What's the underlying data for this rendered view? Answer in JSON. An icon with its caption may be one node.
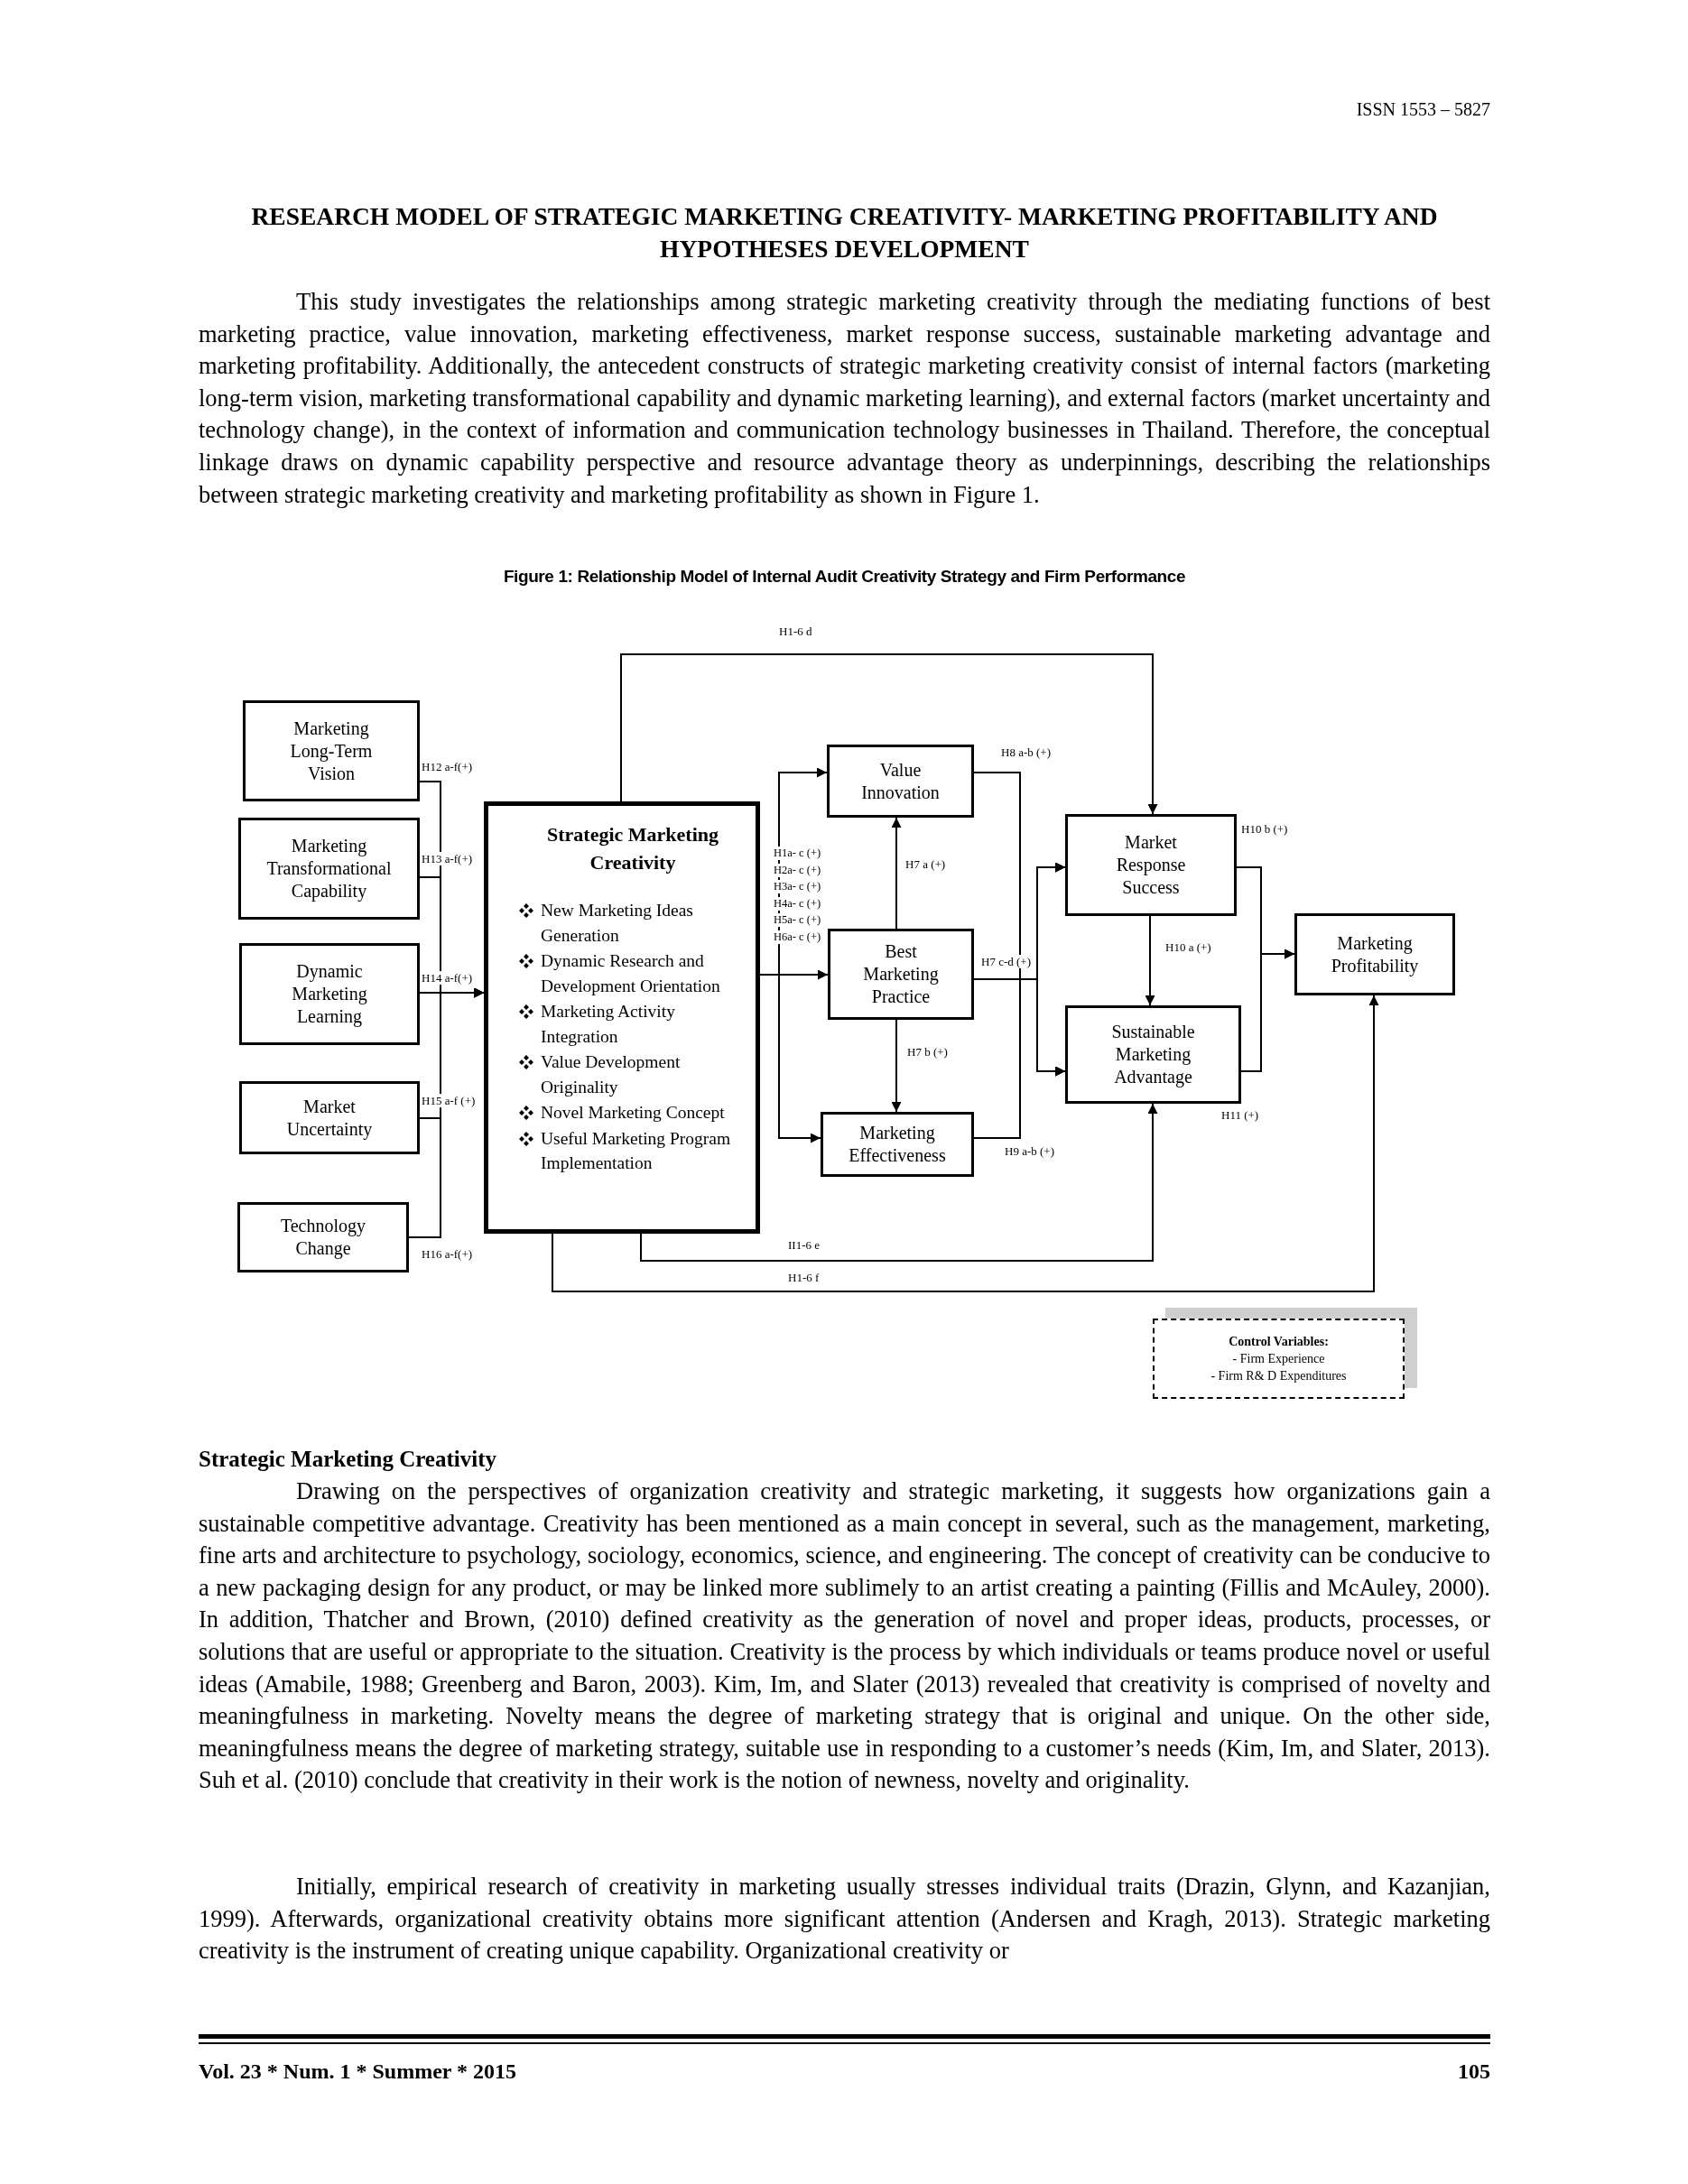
{
  "diagram": {
    "title": "RESEARCH MODEL OF STRATEGIC MARKETING CREATIVITY- MARKETING PROFITABILITY AND HYPOTHESES DEVELOPMENT",
    "caption": "Figure 1: Relationship Model of Internal Audit Creativity Strategy and Firm Performance",
    "nodes": [
      {
        "text": [
          "Marketing Long-Term Vision"
        ]
      },
      {
        "text": [
          "Marketing Transformational Capability"
        ]
      },
      {
        "text": [
          "Dynamic Marketing Learning"
        ]
      },
      {
        "text": [
          "Market Uncertainty"
        ]
      },
      {
        "text": [
          "Technology Change"
        ]
      },
      {
        "text": [
          "Strategic Marketing Creativity",
          "New Marketing Ideas Generation",
          "Dynamic Research and Development Orientation",
          "Marketing Activity Integration",
          "Value Development Originality",
          "Novel Marketing Concept",
          "Useful Marketing Program Implementation"
        ]
      },
      {
        "text": [
          "Value Innovation"
        ]
      },
      {
        "text": [
          "Best Marketing Practice"
        ]
      },
      {
        "text": [
          "Marketing Effectiveness"
        ]
      },
      {
        "text": [
          "Market Response Success"
        ]
      },
      {
        "text": [
          "Sustainable Marketing Advantage"
        ]
      },
      {
        "text": [
          "Marketing Profitability"
        ]
      },
      {
        "text": [
          "Control Variables:",
          "- Firm Experience",
          "- Firm R& D Expenditures"
        ]
      }
    ],
    "edges": [
      {
        "from": 0,
        "to": 5,
        "arrow": "to",
        "label": "H12 a-f(+)"
      },
      {
        "from": 1,
        "to": 5,
        "arrow": "to",
        "label": "H13 a-f(+)"
      },
      {
        "from": 2,
        "to": 5,
        "arrow": "to",
        "label": "H14 a-f(+)"
      },
      {
        "from": 3,
        "to": 5,
        "arrow": "to",
        "label": "H15 a-f (+)"
      },
      {
        "from": 4,
        "to": 5,
        "arrow": "to",
        "label": "H16 a-f(+)"
      },
      {
        "from": 5,
        "to": 6,
        "arrow": "to"
      },
      {
        "from": 5,
        "to": 7,
        "arrow": "to"
      },
      {
        "from": 5,
        "to": 8,
        "arrow": "to"
      },
      {
        "from": 7,
        "to": 6,
        "arrow": "to",
        "label": "H7 a (+)"
      },
      {
        "from": 7,
        "to": 8,
        "arrow": "to",
        "label": "H7 b (+)"
      },
      {
        "from": 6,
        "to": 9,
        "arrow": "to",
        "label": "H8 a-b (+)"
      },
      {
        "from": 6,
        "to": 10,
        "arrow": "to"
      },
      {
        "from": 7,
        "to": 9,
        "arrow": "to",
        "label": "H7 c-d (+)"
      },
      {
        "from": 7,
        "to": 10,
        "arrow": "to"
      },
      {
        "from": 8,
        "to": 9,
        "arrow": "to",
        "label": "H9 a-b (+)"
      },
      {
        "from": 8,
        "to": 10,
        "arrow": "to"
      },
      {
        "from": 9,
        "to": 10,
        "arrow": "to",
        "label": "H10 a (+)"
      },
      {
        "from": 9,
        "to": 11,
        "arrow": "to",
        "label": "H10 b (+)"
      },
      {
        "from": 10,
        "to": 11,
        "arrow": "to",
        "label": "H11 (+)"
      },
      {
        "from": 5,
        "to": 9,
        "arrow": "to",
        "label": "H1-6 d"
      },
      {
        "from": 5,
        "to": 10,
        "arrow": "to",
        "label": "II1-6 e"
      },
      {
        "from": 5,
        "to": 11,
        "arrow": "to",
        "label": "H1-6 f"
      }
    ],
    "labels": [
      "ISSN 1553 – 5827",
      "This study investigates the relationships among strategic marketing creativity through the mediating functions of best marketing practice, value innovation, marketing effectiveness, market response success, sustainable marketing advantage and marketing profitability. Additionally, the antecedent constructs of strategic marketing creativity consist of internal factors (marketing long-term vision, marketing transformational capability and dynamic marketing learning), and external factors (market uncertainty and technology change), in the context of information and communication technology businesses in Thailand. Therefore, the conceptual linkage draws on dynamic capability perspective and resource advantage theory as underpinnings, describing the relationships between strategic marketing creativity and marketing profitability as shown in Figure 1.",
      "H1a- c (+)",
      "H2a- c (+)",
      "H3a- c (+)",
      "H4a- c (+)",
      "H5a- c (+)",
      "H6a- c (+)",
      "Strategic Marketing Creativity",
      "Drawing on the perspectives of organization creativity and strategic marketing, it suggests how organizations gain a sustainable competitive advantage. Creativity has been mentioned as a main concept in several, such as the management, marketing, fine arts and architecture to psychology, sociology, economics, science, and engineering. The concept of creativity can be conducive to a new packaging design for any product, or may be linked more sublimely to an artist creating a painting (Fillis and McAuley, 2000). In addition, Thatcher and Brown, (2010) defined creativity as the generation of novel and proper ideas, products, processes, or solutions that are useful or appropriate to the situation. Creativity is the process by which individuals or teams produce novel or useful ideas (Amabile, 1988; Greenberg and Baron, 2003). Kim, Im, and Slater (2013) revealed that creativity is comprised of novelty and meaningfulness in marketing. Novelty means the degree of marketing strategy that is original and unique. On the other side, meaningfulness means the degree of marketing strategy, suitable use in responding to a customer’s needs (Kim, Im, and Slater, 2013). Suh et al. (2010) conclude that creativity in their work is the notion of newness, novelty and originality.",
      "Initially, empirical research of creativity in marketing usually stresses individual traits (Drazin, Glynn, and Kazanjian, 1999). Afterwards, organizational creativity obtains more significant attention (Andersen and Kragh, 2013). Strategic marketing creativity is the instrument of creating unique capability. Organizational creativity or",
      "Vol. 23 * Num. 1 * Summer * 2015",
      "105"
    ]
  }
}
